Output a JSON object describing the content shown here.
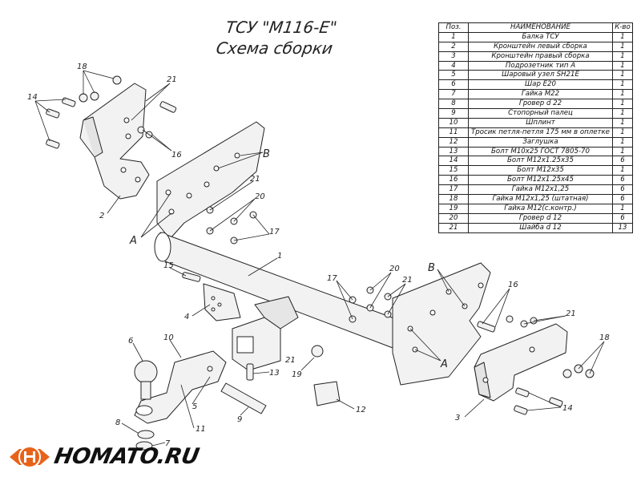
{
  "title": {
    "line1": "ТСУ \"М116-Е\"",
    "line2": "Схема сборки"
  },
  "table": {
    "headers": {
      "pos": "Поз.",
      "name": "НАИМЕНОВАНИЕ",
      "qty": "К-во"
    },
    "rows": [
      {
        "pos": "1",
        "name": "Балка ТСУ",
        "qty": "1"
      },
      {
        "pos": "2",
        "name": "Кронштейн левый сборка",
        "qty": "1"
      },
      {
        "pos": "3",
        "name": "Кронштейн правый сборка",
        "qty": "1"
      },
      {
        "pos": "4",
        "name": "Подрозетник тип А",
        "qty": "1"
      },
      {
        "pos": "5",
        "name": "Шаровый узел SH21E",
        "qty": "1"
      },
      {
        "pos": "6",
        "name": "Шар Е20",
        "qty": "1"
      },
      {
        "pos": "7",
        "name": "Гайка М22",
        "qty": "1"
      },
      {
        "pos": "8",
        "name": "Гровер d 22",
        "qty": "1"
      },
      {
        "pos": "9",
        "name": "Стопорный палец",
        "qty": "1"
      },
      {
        "pos": "10",
        "name": "Шплинт",
        "qty": "1"
      },
      {
        "pos": "11",
        "name": "Тросик петля-петля 175 мм в оплетке",
        "qty": "1"
      },
      {
        "pos": "12",
        "name": "Заглушка",
        "qty": "1"
      },
      {
        "pos": "13",
        "name": "Болт М10х25 ГОСТ 7805-70",
        "qty": "1"
      },
      {
        "pos": "14",
        "name": "Болт М12х1.25х35",
        "qty": "6"
      },
      {
        "pos": "15",
        "name": "Болт М12х35",
        "qty": "1"
      },
      {
        "pos": "16",
        "name": "Болт М12х1.25х45",
        "qty": "6"
      },
      {
        "pos": "17",
        "name": "Гайка М12х1,25",
        "qty": "6"
      },
      {
        "pos": "18",
        "name": "Гайка М12х1,25 (штатная)",
        "qty": "6"
      },
      {
        "pos": "19",
        "name": "Гайка М12(с.контр.)",
        "qty": "1"
      },
      {
        "pos": "20",
        "name": "Гровер d 12",
        "qty": "6"
      },
      {
        "pos": "21",
        "name": "Шайба d 12",
        "qty": "13"
      }
    ]
  },
  "callouts": {
    "l1": "1",
    "l2": "2",
    "l3": "3",
    "l4": "4",
    "l5": "5",
    "l6": "6",
    "l7": "7",
    "l8": "8",
    "l9": "9",
    "l10": "10",
    "l11": "11",
    "l12": "12",
    "l13": "13",
    "l14a": "14",
    "l14b": "14",
    "l15": "15",
    "l16a": "16",
    "l16b": "16",
    "l17a": "17",
    "l17b": "17",
    "l18a": "18",
    "l18b": "18",
    "l19": "19",
    "l20a": "20",
    "l20b": "20",
    "l21a": "21",
    "l21b": "21",
    "l21c": "21",
    "l21d": "21",
    "l21e": "21",
    "la1": "A",
    "la2": "A",
    "lb1": "B",
    "lb2": "B"
  },
  "logo": {
    "brand": "HOMATO.RU"
  },
  "colors": {
    "line": "#222222",
    "fill": "#f2f2f2",
    "logo_orange": "#e8621a"
  }
}
